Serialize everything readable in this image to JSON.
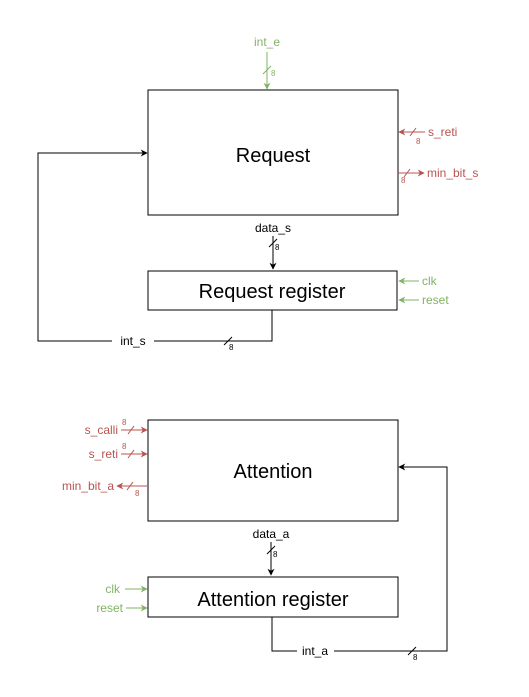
{
  "request": {
    "block_title": "Request",
    "register_title": "Request register",
    "int_e": "int_e",
    "s_reti": "s_reti",
    "min_bit_s": "min_bit_s",
    "data_s": "data_s",
    "clk": "clk",
    "reset": "reset",
    "int_s": "int_s"
  },
  "attention": {
    "block_title": "Attention",
    "register_title": "Attention register",
    "s_calli": "s_calli",
    "s_reti": "s_reti",
    "min_bit_a": "min_bit_a",
    "data_a": "data_a",
    "clk": "clk",
    "reset": "reset",
    "int_a": "int_a"
  },
  "bus_width": "8",
  "colors": {
    "input_control": "#82b366",
    "io_signal": "#b85450",
    "wire": "#000000"
  }
}
